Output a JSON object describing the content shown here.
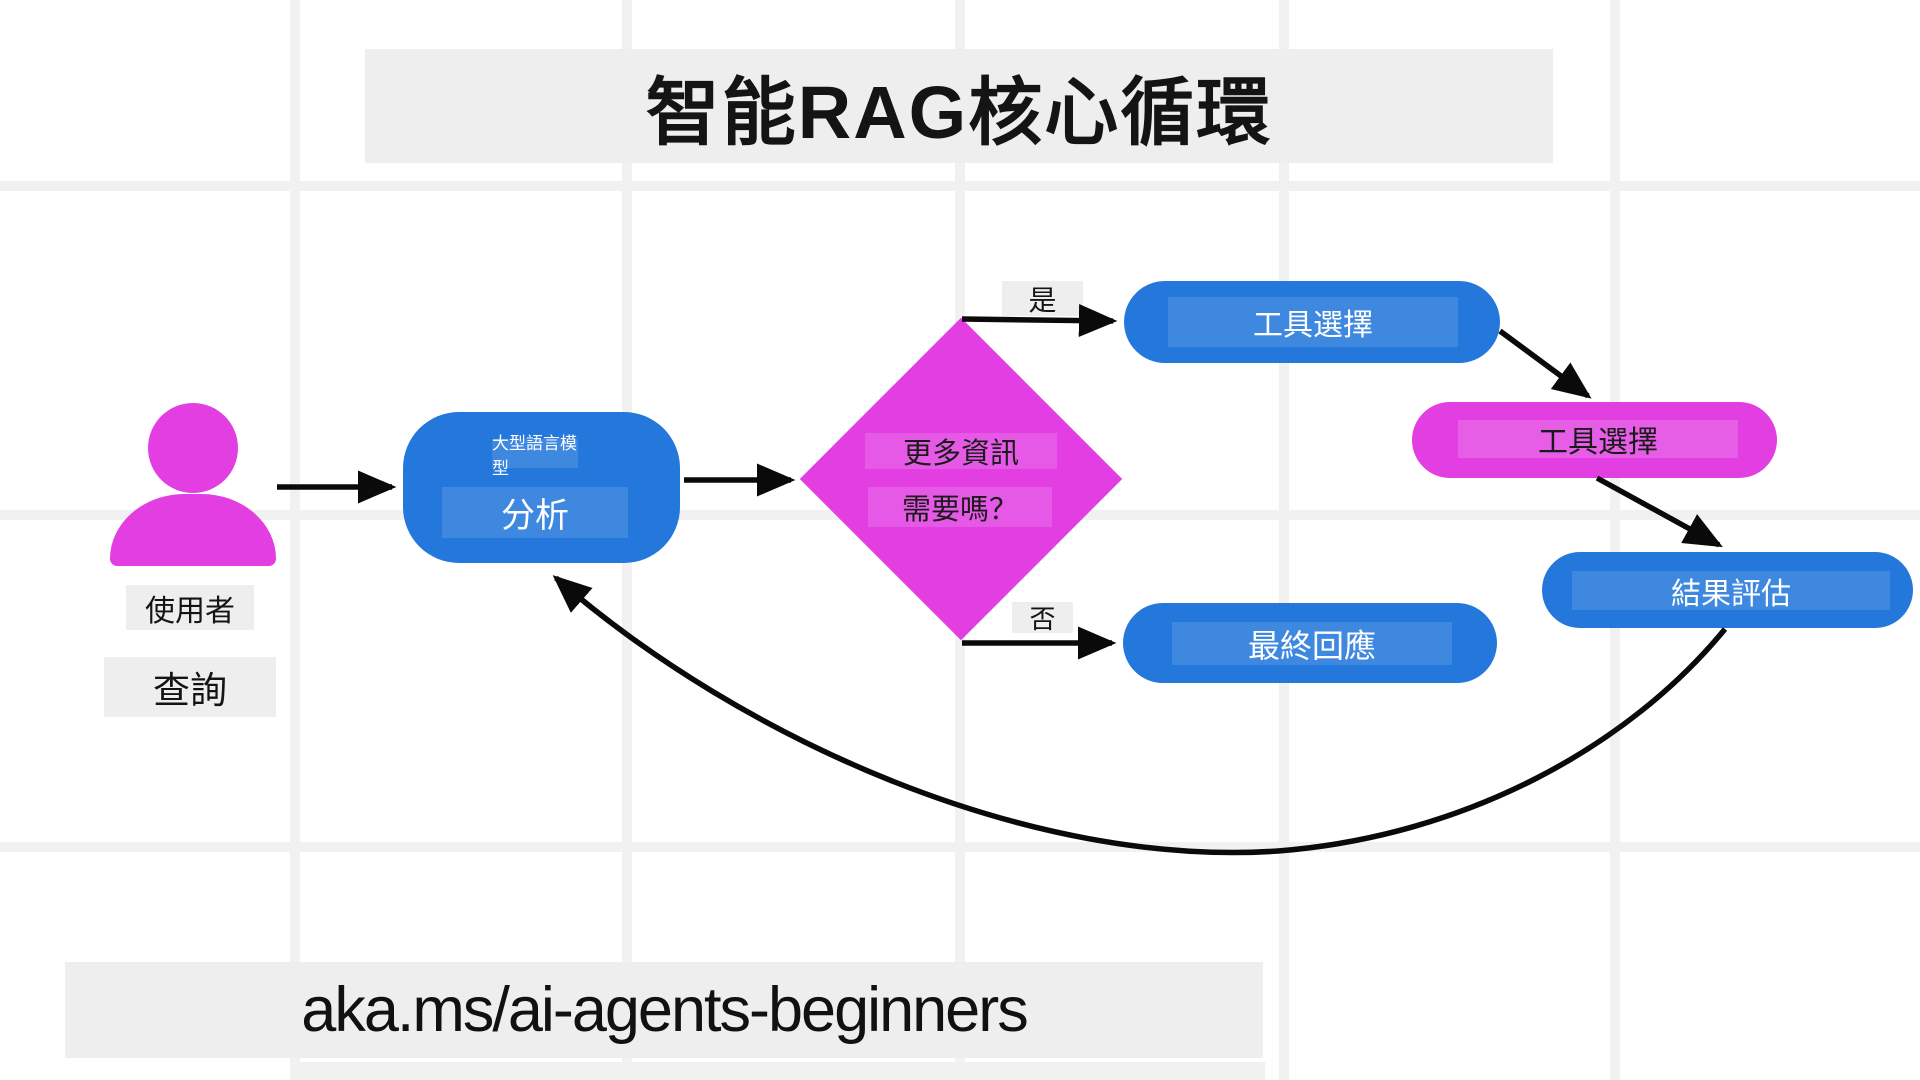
{
  "title": "智能RAG核心循環",
  "footer": "aka.ms/ai-agents-beginners",
  "user": {
    "label": "使用者",
    "sublabel": "查詢"
  },
  "nodes": {
    "llm": {
      "tag": "大型語言模型",
      "label": "分析"
    },
    "decision": {
      "line1": "更多資訊",
      "line2": "需要嗎？"
    },
    "tool_select_blue": {
      "label": "工具選擇"
    },
    "tool_select_magenta": {
      "label": "工具選擇"
    },
    "result_eval": {
      "label": "結果評估"
    },
    "final_response": {
      "label": "最終回應"
    }
  },
  "edges": {
    "yes_label": "是",
    "no_label": "否"
  },
  "colors": {
    "node_blue": "#2478dc",
    "node_magenta": "#e23ee2",
    "block_gray": "#eeeeee",
    "grid_gray": "#f1f1f1",
    "arrow_black": "#0a0a0a"
  }
}
